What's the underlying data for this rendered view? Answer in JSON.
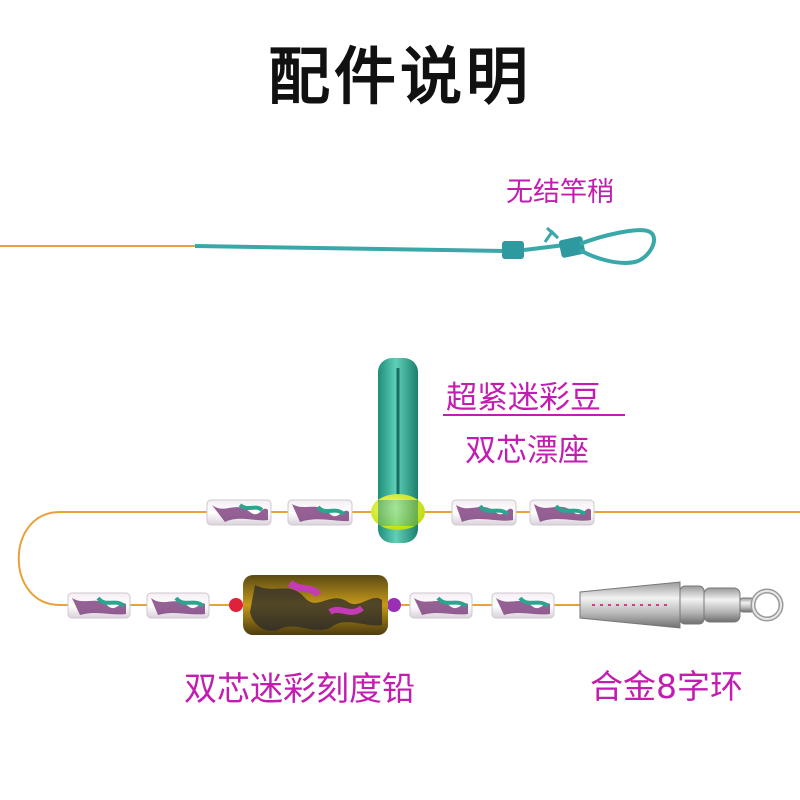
{
  "title": "配件说明",
  "labels": {
    "rod_tip": "无结竿稍",
    "bean": "超紧迷彩豆",
    "float_seat": "双芯漂座",
    "lead": "双芯迷彩刻度铅",
    "swivel": "合金8字环"
  },
  "colors": {
    "line": "#e8a23a",
    "label": "#c21cb0",
    "title": "#111111",
    "tip_cord": "#3aa7a8",
    "float_seat": "#2fa890",
    "seat_ring": "#d9f21c"
  }
}
